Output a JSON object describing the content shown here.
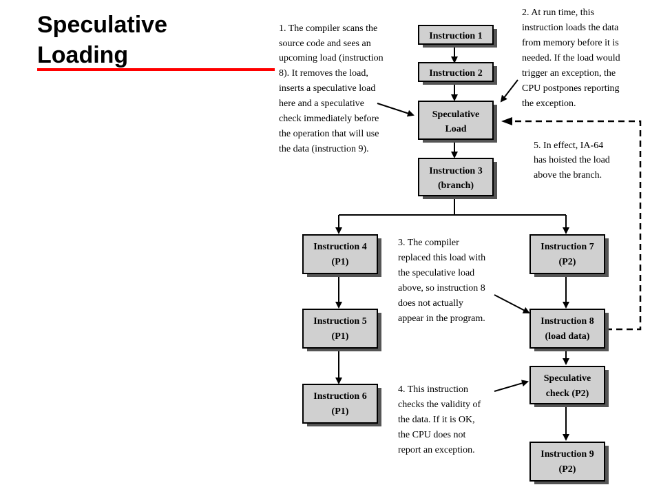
{
  "title": {
    "line1": "Speculative",
    "line2": "Loading"
  },
  "boxes": [
    {
      "id": "instruction-1",
      "lines": [
        "Instruction 1"
      ]
    },
    {
      "id": "instruction-2",
      "lines": [
        "Instruction 2"
      ]
    },
    {
      "id": "speculative-load",
      "lines": [
        "Speculative",
        "Load"
      ]
    },
    {
      "id": "instruction-3",
      "lines": [
        "Instruction 3",
        "(branch)"
      ]
    },
    {
      "id": "instruction-4",
      "lines": [
        "Instruction 4",
        "(P1)"
      ]
    },
    {
      "id": "instruction-5",
      "lines": [
        "Instruction 5",
        "(P1)"
      ]
    },
    {
      "id": "instruction-6",
      "lines": [
        "Instruction 6",
        "(P1)"
      ]
    },
    {
      "id": "instruction-7",
      "lines": [
        "Instruction 7",
        "(P2)"
      ]
    },
    {
      "id": "instruction-8",
      "lines": [
        "Instruction 8",
        "(load data)"
      ]
    },
    {
      "id": "speculative-check",
      "lines": [
        "Speculative",
        "check (P2)"
      ]
    },
    {
      "id": "instruction-9",
      "lines": [
        "Instruction 9",
        "(P2)"
      ]
    }
  ],
  "notes": [
    {
      "id": "note-1",
      "lines": [
        "1. The compiler scans the",
        "source code and sees an",
        "upcoming load (instruction",
        "8). It removes the load,",
        "inserts a speculative load",
        "here and a speculative",
        "check immediately before",
        "the operation that will use",
        "the data (instruction 9)."
      ]
    },
    {
      "id": "note-2",
      "lines": [
        "2. At run time, this",
        "instruction loads the data",
        "from memory  before it is",
        "needed. If the load would",
        "trigger an exception, the",
        "CPU postpones reporting",
        "the exception."
      ]
    },
    {
      "id": "note-3",
      "lines": [
        "3. The compiler",
        "replaced this load with",
        "the speculative load",
        "above, so instruction 8",
        "does not actually",
        "appear in the program."
      ]
    },
    {
      "id": "note-4",
      "lines": [
        "4. This instruction",
        "checks the validity of",
        "the data. If it is OK,",
        "the CPU does not",
        "report an exception."
      ]
    },
    {
      "id": "note-5",
      "lines": [
        "5. In effect, IA-64",
        "has hoisted the load",
        "above the branch."
      ]
    }
  ]
}
